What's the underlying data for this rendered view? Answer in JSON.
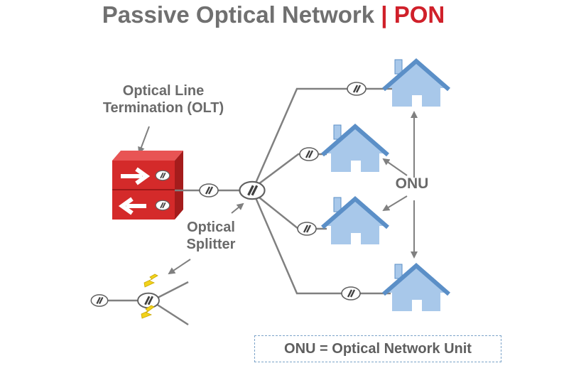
{
  "title": {
    "main": "Passive Optical Network",
    "separator": "|",
    "accent": "PON"
  },
  "labels": {
    "olt_line1": "Optical Line",
    "olt_line2": "Termination (OLT)",
    "splitter_line1": "Optical",
    "splitter_line2": "Splitter",
    "onu": "ONU"
  },
  "legend": "ONU = Optical Network Unit",
  "colors": {
    "title": "#707070",
    "accent": "#d0202a",
    "house": "#a8c8ea",
    "house_roof": "#5b8fc7",
    "olt_red": "#d42a2a",
    "line": "#808080",
    "spark": "#f2d21b",
    "legend_border": "#7ba3c9"
  },
  "icons": [
    "house-icon",
    "olt-device-icon",
    "splitter-icon",
    "fault-spark-icon",
    "arrow-right-icon",
    "arrow-left-icon"
  ]
}
